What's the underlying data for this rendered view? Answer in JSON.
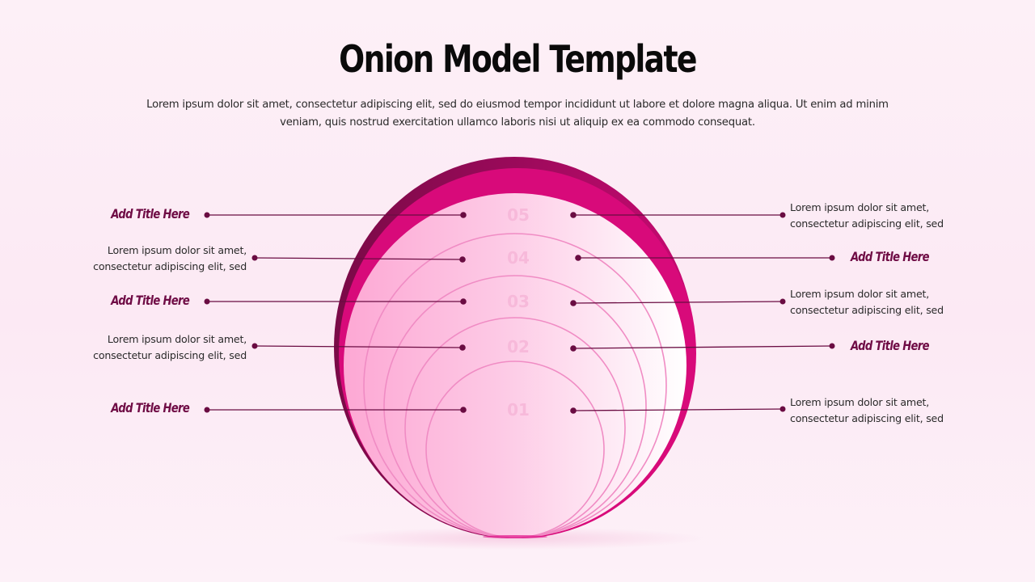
{
  "header": {
    "title": "Onion Model Template",
    "subtitle_line1": "Lorem ipsum dolor sit amet, consectetur adipiscing elit, sed do eiusmod tempor incididunt ut labore et dolore magna aliqua. Ut enim ad minim",
    "subtitle_line2": "veniam, quis nostrud exercitation ullamco laboris nisi ut aliquip ex ea commodo consequat."
  },
  "layers": [
    {
      "number": "05",
      "left": {
        "type": "title",
        "text": "Add Title Here"
      },
      "right": {
        "type": "text",
        "line1": "Lorem ipsum dolor sit amet,",
        "line2": "consectetur adipiscing elit, sed"
      }
    },
    {
      "number": "04",
      "left": {
        "type": "text",
        "line1": "Lorem ipsum dolor sit amet,",
        "line2": "consectetur adipiscing elit, sed"
      },
      "right": {
        "type": "title",
        "text": "Add Title Here"
      }
    },
    {
      "number": "03",
      "left": {
        "type": "title",
        "text": "Add Title Here"
      },
      "right": {
        "type": "text",
        "line1": "Lorem ipsum dolor sit amet,",
        "line2": "consectetur adipiscing elit, sed"
      }
    },
    {
      "number": "02",
      "left": {
        "type": "text",
        "line1": "Lorem ipsum dolor sit amet,",
        "line2": "consectetur adipiscing elit, sed"
      },
      "right": {
        "type": "title",
        "text": "Add Title Here"
      }
    },
    {
      "number": "01",
      "left": {
        "type": "title",
        "text": "Add Title Here"
      },
      "right": {
        "type": "text",
        "line1": "Lorem ipsum dolor sit amet,",
        "line2": "consectetur adipiscing elit, sed"
      }
    }
  ],
  "colors": {
    "outer_shell_dark": "#8c0a52",
    "outer_shell_magenta": "#d80a7a",
    "ring_stroke": "#f08cc4",
    "fill_pink": "#fdb0d8",
    "connector": "#6a0c42",
    "title_accent": "#6f0c45",
    "layer_number": "#f7b9da"
  }
}
